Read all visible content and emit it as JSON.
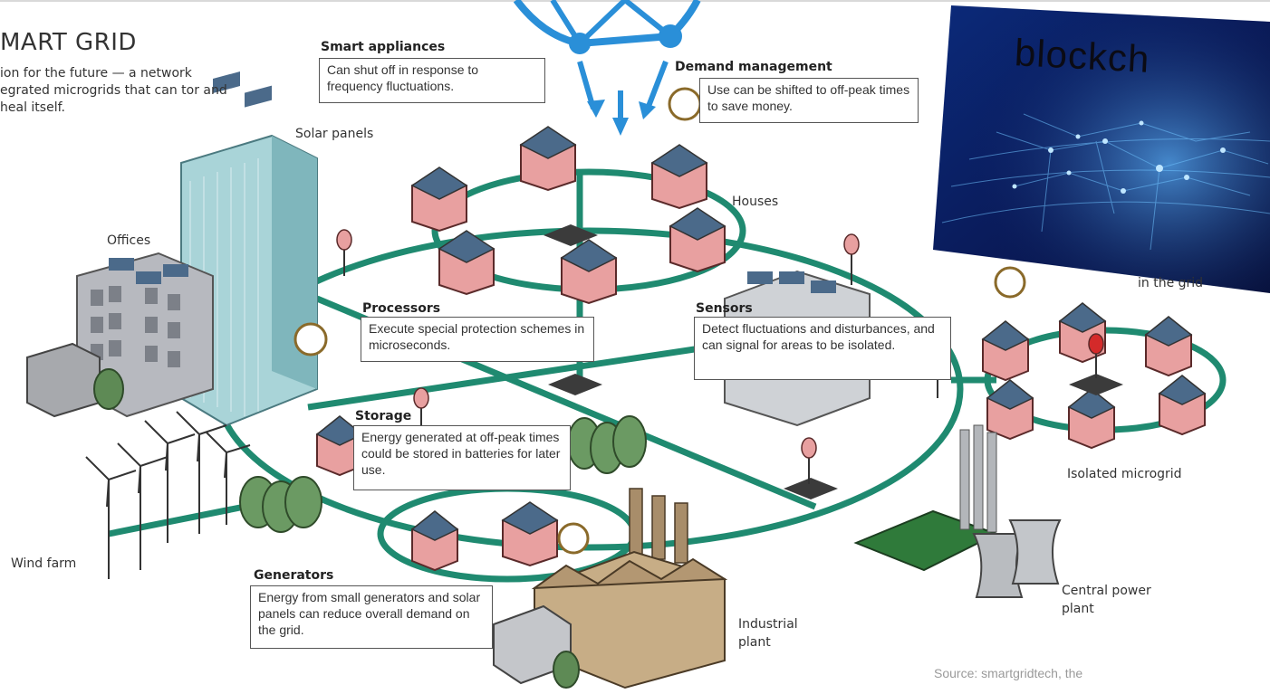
{
  "diagram": {
    "title": "MART GRID",
    "intro": "ion for the future — a network egrated microgrids that can tor and heal itself.",
    "labels": {
      "solar_panels": "Solar panels",
      "offices": "Offices",
      "houses": "Houses",
      "wind_farm": "Wind farm",
      "isolated_microgrid": "Isolated microgrid",
      "central_power_plant": "Central power plant",
      "industrial_plant": "Industrial plant",
      "in_the_grid": "in the grid"
    },
    "callouts": {
      "smart_appliances": {
        "heading": "Smart appliances",
        "text": "Can shut off in response to frequency fluctuations."
      },
      "demand_management": {
        "heading": "Demand management",
        "text": "Use can be shifted to off-peak times to save money."
      },
      "processors": {
        "heading": "Processors",
        "text": "Execute special protection schemes in microseconds."
      },
      "sensors": {
        "heading": "Sensors",
        "text": "Detect fluctuations and disturbances, and can signal for areas to be isolated."
      },
      "storage": {
        "heading": "Storage",
        "text": "Energy generated at off-peak times could be stored in batteries for later use."
      },
      "generators": {
        "heading": "Generators",
        "text": "Energy from small generators and solar panels can reduce overall demand on the grid."
      }
    },
    "overlay": {
      "word": "blockch"
    },
    "source": "Source: smartgridtech, the",
    "colors": {
      "grid_line": "#1f8a70",
      "house_wall": "#e8a0a0",
      "roof_panel": "#4b6a8a",
      "building": "#b9dde0",
      "network_blue": "#2a8fd8",
      "blockchain_bg": "#0a1f5c"
    }
  }
}
